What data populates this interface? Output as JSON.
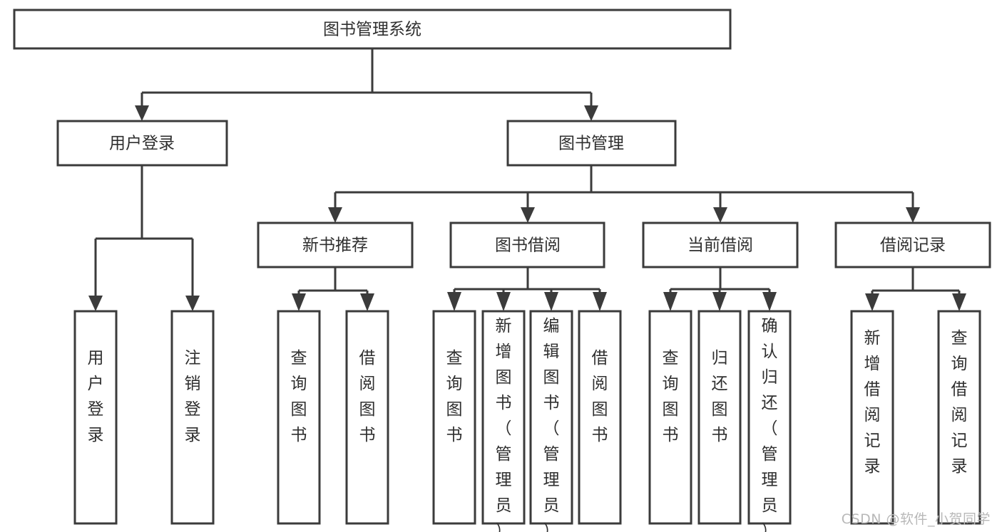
{
  "diagram": {
    "title": "图书管理系统",
    "type": "tree-hierarchy",
    "orientation": "top-down",
    "root": {
      "id": "root",
      "label": "图书管理系统",
      "level": 0
    },
    "level1": [
      {
        "id": "user-login",
        "label": "用户登录",
        "level": 1
      },
      {
        "id": "book-management",
        "label": "图书管理",
        "level": 1
      }
    ],
    "level2": [
      {
        "id": "new-book-recommend",
        "label": "新书推荐",
        "level": 2,
        "parent": "book-management"
      },
      {
        "id": "book-borrow",
        "label": "图书借阅",
        "level": 2,
        "parent": "book-management"
      },
      {
        "id": "current-borrow",
        "label": "当前借阅",
        "level": 2,
        "parent": "book-management"
      },
      {
        "id": "borrow-record",
        "label": "借阅记录",
        "level": 2,
        "parent": "book-management"
      }
    ],
    "leaves": {
      "user_login": [
        {
          "id": "leaf-user-login",
          "label": "用户登录"
        },
        {
          "id": "leaf-logout-login",
          "label": "注销登录"
        }
      ],
      "new_book_recommend": [
        {
          "id": "leaf-query-book-1",
          "label": "查询图书"
        },
        {
          "id": "leaf-borrow-book-1",
          "label": "借阅图书"
        }
      ],
      "book_borrow": [
        {
          "id": "leaf-query-book-2",
          "label": "查询图书"
        },
        {
          "id": "leaf-add-book",
          "label": "新增图书（管理员）"
        },
        {
          "id": "leaf-edit-book",
          "label": "编辑图书（管理员）"
        },
        {
          "id": "leaf-borrow-book-2",
          "label": "借阅图书"
        }
      ],
      "current_borrow": [
        {
          "id": "leaf-query-book-3",
          "label": "查询图书"
        },
        {
          "id": "leaf-return-book",
          "label": "归还图书"
        },
        {
          "id": "leaf-confirm-return",
          "label": "确认归还（管理员）"
        }
      ],
      "borrow_record": [
        {
          "id": "leaf-add-borrow-record",
          "label": "新增借阅记录"
        },
        {
          "id": "leaf-query-borrow-record",
          "label": "查询借阅记录"
        }
      ]
    }
  },
  "colors": {
    "stroke": "#3b3b3b",
    "fill": "#ffffff",
    "text": "#2f2f2f",
    "watermark": "#b8b8b8",
    "background": "#ffffff"
  },
  "watermark": {
    "text": "CSDN @软件_小贺同学"
  }
}
